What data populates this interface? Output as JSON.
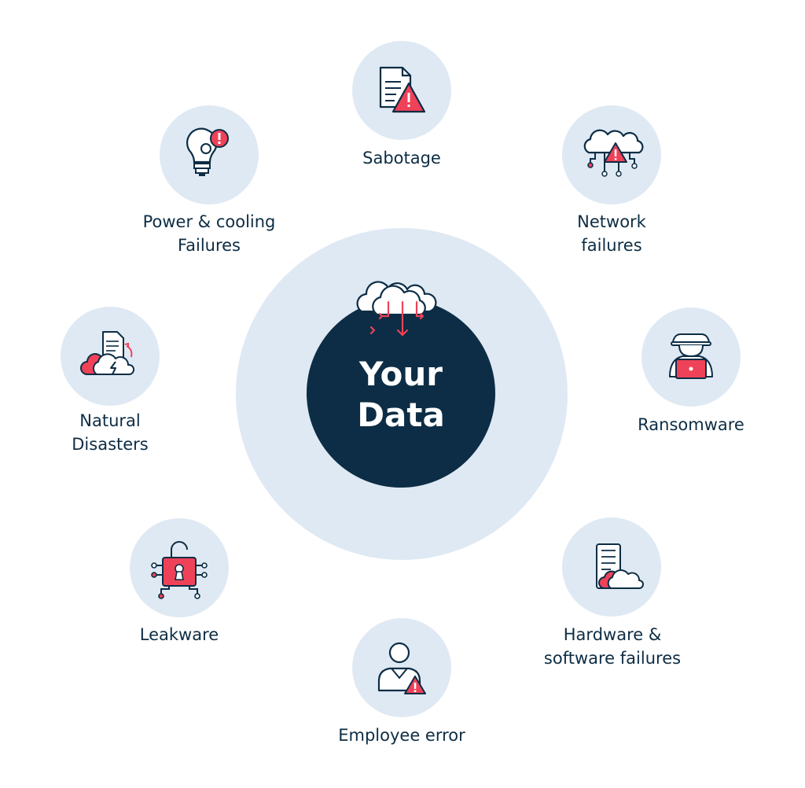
{
  "center": {
    "line1": "Your",
    "line2": "Data"
  },
  "threats": {
    "sabotage": {
      "label": "Sabotage",
      "icon": "document-warning-icon"
    },
    "power": {
      "line1": "Power & cooling",
      "line2": "Failures",
      "icon": "lightbulb-alert-icon"
    },
    "network": {
      "line1": "Network",
      "line2": "failures",
      "icon": "cloud-network-warning-icon"
    },
    "ransomware": {
      "label": "Ransomware",
      "icon": "hacker-laptop-icon"
    },
    "natural": {
      "line1": "Natural",
      "line2": "Disasters",
      "icon": "storm-cloud-document-icon"
    },
    "leakware": {
      "label": "Leakware",
      "icon": "padlock-circuit-icon"
    },
    "hardware": {
      "line1": "Hardware &",
      "line2": "software failures",
      "icon": "device-cloud-icon"
    },
    "employee": {
      "label": "Employee error",
      "icon": "person-warning-icon"
    }
  },
  "colors": {
    "navy": "#0c2d45",
    "light_blue": "#dfe9f3",
    "red": "#ef4259",
    "white": "#ffffff"
  }
}
